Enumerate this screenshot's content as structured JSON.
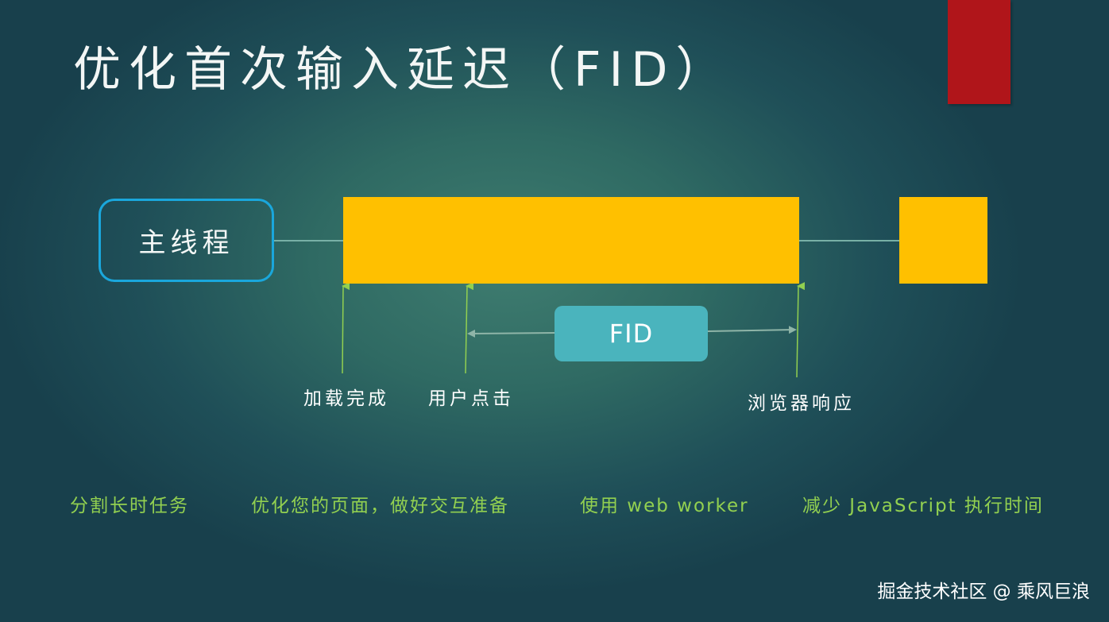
{
  "title": "优化首次输入延迟（FID）",
  "main_thread_label": "主线程",
  "fid_label": "FID",
  "markers": {
    "load_complete": "加载完成",
    "user_click": "用户点击",
    "browser_response": "浏览器响应"
  },
  "tips": [
    "分割长时任务",
    "优化您的页面，做好交互准备",
    "使用 web worker",
    "减少 JavaScript 执行时间"
  ],
  "watermark": "掘金技术社区 @ 乘风巨浪",
  "colors": {
    "background": "#2f6a63",
    "task_block": "#ffc000",
    "main_thread_border": "#1aa7dc",
    "fid_box": "#4ab4bd",
    "accent_red": "#b0151a",
    "tip_text": "#92d050",
    "marker_arrow": "#92d050"
  }
}
